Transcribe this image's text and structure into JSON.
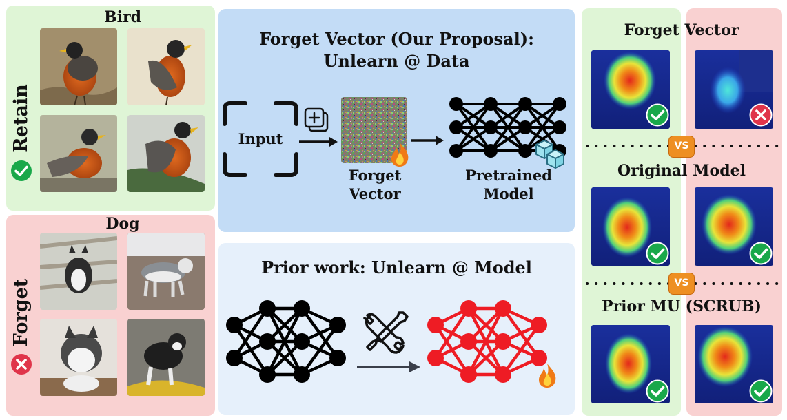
{
  "retain_panel": {
    "class_label": "Bird",
    "side_label": "Retain",
    "status_icon": "check-icon"
  },
  "forget_panel": {
    "class_label": "Dog",
    "side_label": "Forget",
    "status_icon": "cross-icon"
  },
  "proposal_panel": {
    "title_line1": "Forget Vector (Our Proposal):",
    "title_line2": "Unlearn @ Data",
    "input_label": "Input",
    "add_icon": "plus-icon",
    "vector_label_line1": "Forget",
    "vector_label_line2": "Vector",
    "model_label_line1": "Pretrained",
    "model_label_line2": "Model",
    "trainable_icon": "fire-icon",
    "frozen_icon": "ice-cube-icon"
  },
  "prior_panel": {
    "title": "Prior work: Unlearn @ Model",
    "tool_icon": "tools-icon",
    "trainable_icon": "fire-icon"
  },
  "comparison_panel": {
    "rows": [
      {
        "title": "Forget Vector",
        "left_status": "check-icon",
        "right_status": "cross-icon"
      },
      {
        "title": "Original Model",
        "left_status": "check-icon",
        "right_status": "check-icon"
      },
      {
        "title": "Prior MU (SCRUB)",
        "left_status": "check-icon",
        "right_status": "check-icon"
      }
    ],
    "vs_label": "VS",
    "colors": {
      "retain_bg": "#dff5d6",
      "forget_bg": "#f9d1d1",
      "check": "#19a84a",
      "cross": "#e0344a",
      "vs_badge": "#ee8f22"
    }
  },
  "colors": {
    "proposal_bg": "#c3dcf6",
    "prior_bg": "#e6f0fb",
    "network_black": "#000000",
    "network_red": "#ee1c24"
  }
}
